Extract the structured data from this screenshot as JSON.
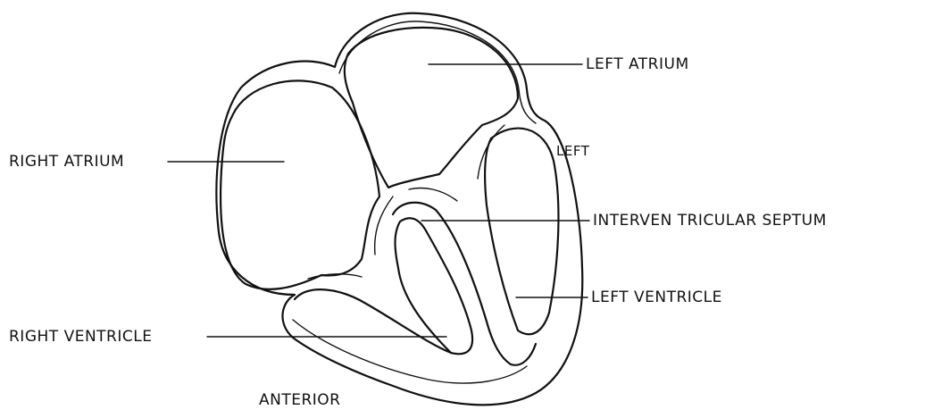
{
  "diagram": {
    "labels": {
      "left_atrium": "LEFT ATRIUM",
      "left": "LEFT",
      "right_atrium": "RIGHT ATRIUM",
      "interventricular_septum": "INTERVEN TRICULAR SEPTUM",
      "left_ventricle": "LEFT VENTRICLE",
      "right_ventricle": "RIGHT VENTRICLE",
      "anterior": "ANTERIOR"
    }
  }
}
